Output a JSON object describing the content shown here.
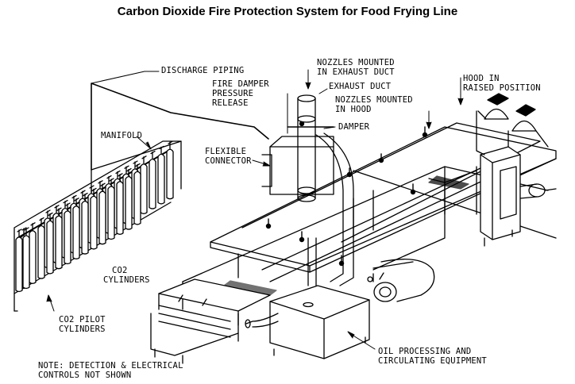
{
  "title": "Carbon Dioxide Fire Protection System for Food Frying Line",
  "labels": {
    "discharge_piping": "DISCHARGE PIPING",
    "nozzles_exhaust_1": "NOZZLES MOUNTED",
    "nozzles_exhaust_2": "IN EXHAUST DUCT",
    "exhaust_duct": "EXHAUST DUCT",
    "fire_damper_1": "FIRE DAMPER",
    "fire_damper_2": "PRESSURE",
    "fire_damper_3": "RELEASE",
    "nozzles_hood_1": "NOZZLES MOUNTED",
    "nozzles_hood_2": "IN HOOD",
    "hood_raised_1": "HOOD IN",
    "hood_raised_2": "RAISED POSITION",
    "damper": "DAMPER",
    "manifold": "MANIFOLD",
    "flexible_1": "FLEXIBLE",
    "flexible_2": "CONNECTOR",
    "co2_cyl_1": "CO2",
    "co2_cyl_2": "CYLINDERS",
    "pilot_1": "CO2 PILOT",
    "pilot_2": "CYLINDERS",
    "oil_1": "OIL PROCESSING AND",
    "oil_2": "CIRCULATING EQUIPMENT",
    "note_1": "NOTE: DETECTION & ELECTRICAL",
    "note_2": "CONTROLS NOT SHOWN"
  }
}
